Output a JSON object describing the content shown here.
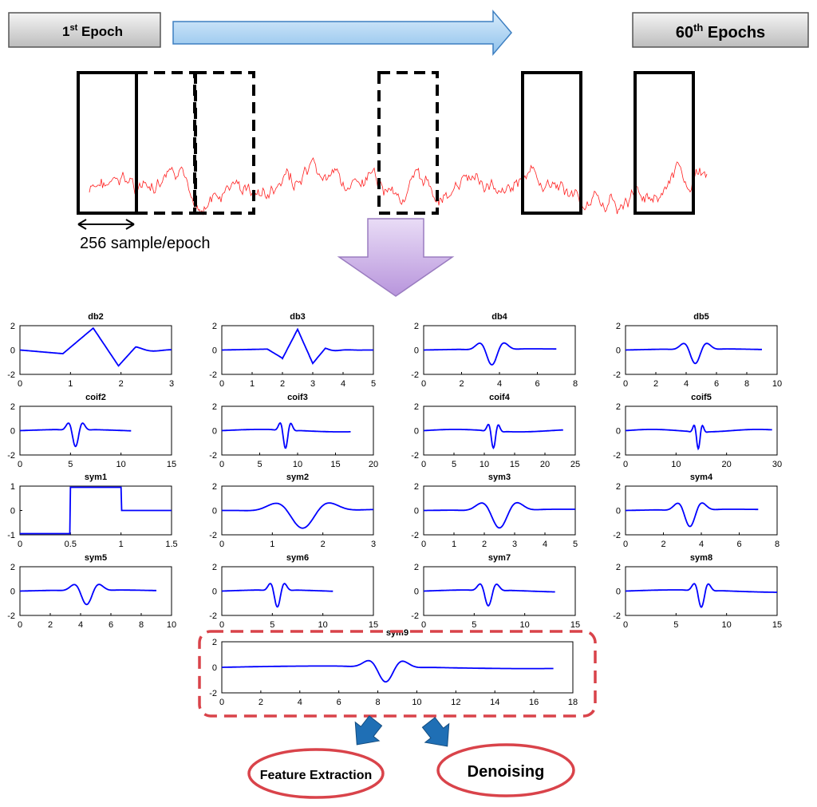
{
  "header": {
    "start_label": "1",
    "start_sup": "st",
    "start_rest": " Epoch",
    "end_label": "60",
    "end_sup": "th",
    "end_rest": "  Epochs"
  },
  "epoch_annotation": "256 sample/epoch",
  "colors": {
    "signal": "#ff0000",
    "wavelet": "#0000ff",
    "arrow_fill": "#a9d0f5",
    "down_arrow_fill": "#cdb3e6",
    "highlight": "#d9434a",
    "small_arrow": "#1f6fb5"
  },
  "selected_wavelet": "sym9",
  "outputs": {
    "feature_extraction": "Feature Extraction",
    "denoising": "Denoising"
  },
  "panels": [
    {
      "name": "db2",
      "xticks": [
        "0",
        "1",
        "2",
        "3"
      ],
      "xmax": 3,
      "yticks": [
        "2",
        "0",
        "-2"
      ]
    },
    {
      "name": "db3",
      "xticks": [
        "0",
        "1",
        "2",
        "3",
        "4",
        "5"
      ],
      "xmax": 5,
      "yticks": [
        "2",
        "0",
        "-2"
      ]
    },
    {
      "name": "db4",
      "xticks": [
        "0",
        "2",
        "4",
        "6",
        "8"
      ],
      "xmax": 8,
      "yticks": [
        "2",
        "0",
        "-2"
      ]
    },
    {
      "name": "db5",
      "xticks": [
        "0",
        "2",
        "4",
        "6",
        "8",
        "10"
      ],
      "xmax": 10,
      "yticks": [
        "2",
        "0",
        "-2"
      ]
    },
    {
      "name": "coif2",
      "xticks": [
        "0",
        "5",
        "10",
        "15"
      ],
      "xmax": 15,
      "yticks": [
        "2",
        "0",
        "-2"
      ]
    },
    {
      "name": "coif3",
      "xticks": [
        "0",
        "5",
        "10",
        "15",
        "20"
      ],
      "xmax": 20,
      "yticks": [
        "2",
        "0",
        "-2"
      ]
    },
    {
      "name": "coif4",
      "xticks": [
        "0",
        "5",
        "10",
        "15",
        "20",
        "25"
      ],
      "xmax": 25,
      "yticks": [
        "2",
        "0",
        "-2"
      ]
    },
    {
      "name": "coif5",
      "xticks": [
        "0",
        "10",
        "20",
        "30"
      ],
      "xmax": 30,
      "yticks": [
        "2",
        "0",
        "-2"
      ]
    },
    {
      "name": "sym1",
      "xticks": [
        "0",
        "0.5",
        "1",
        "1.5"
      ],
      "xmax": 1.5,
      "yticks": [
        "1",
        "0",
        "-1"
      ]
    },
    {
      "name": "sym2",
      "xticks": [
        "0",
        "1",
        "2",
        "3"
      ],
      "xmax": 3,
      "yticks": [
        "2",
        "0",
        "-2"
      ]
    },
    {
      "name": "sym3",
      "xticks": [
        "0",
        "1",
        "2",
        "3",
        "4",
        "5"
      ],
      "xmax": 5,
      "yticks": [
        "2",
        "0",
        "-2"
      ]
    },
    {
      "name": "sym4",
      "xticks": [
        "0",
        "2",
        "4",
        "6",
        "8"
      ],
      "xmax": 8,
      "yticks": [
        "2",
        "0",
        "-2"
      ]
    },
    {
      "name": "sym5",
      "xticks": [
        "0",
        "2",
        "4",
        "6",
        "8",
        "10"
      ],
      "xmax": 10,
      "yticks": [
        "2",
        "0",
        "-2"
      ]
    },
    {
      "name": "sym6",
      "xticks": [
        "0",
        "5",
        "10",
        "15"
      ],
      "xmax": 15,
      "yticks": [
        "2",
        "0",
        "-2"
      ]
    },
    {
      "name": "sym7",
      "xticks": [
        "0",
        "5",
        "10",
        "15"
      ],
      "xmax": 15,
      "yticks": [
        "2",
        "0",
        "-2"
      ]
    },
    {
      "name": "sym8",
      "xticks": [
        "0",
        "5",
        "10",
        "15"
      ],
      "xmax": 15,
      "yticks": [
        "2",
        "0",
        "-2"
      ]
    },
    {
      "name": "sym9",
      "xticks": [
        "0",
        "2",
        "4",
        "6",
        "8",
        "10",
        "12",
        "14",
        "16",
        "18"
      ],
      "xmax": 18,
      "yticks": [
        "2",
        "0",
        "-2"
      ]
    }
  ]
}
